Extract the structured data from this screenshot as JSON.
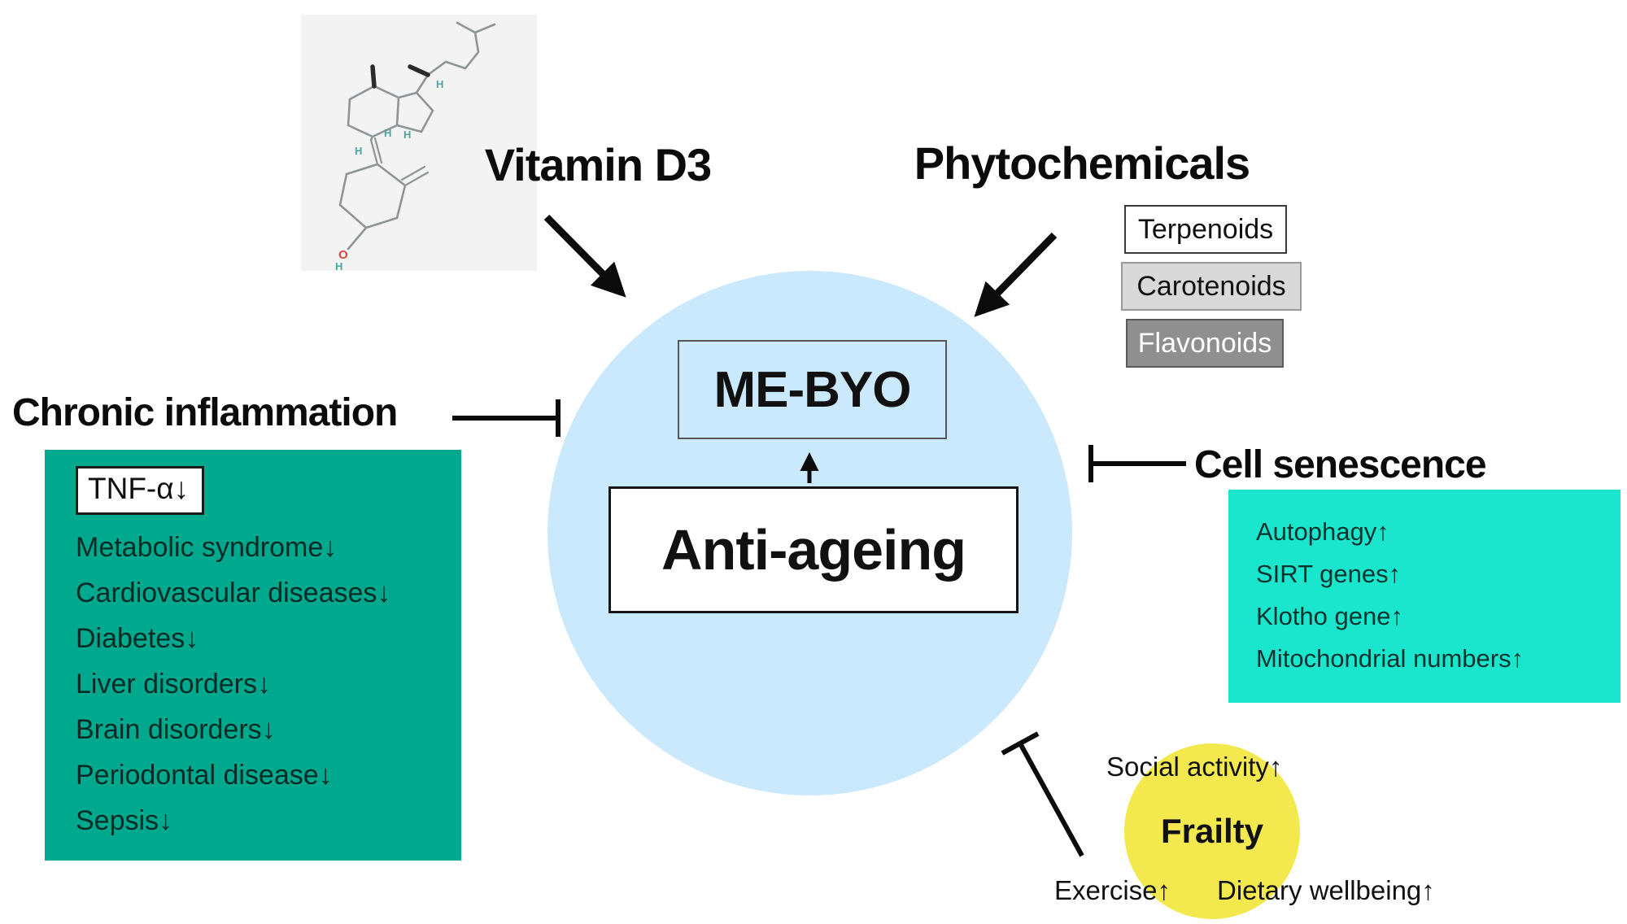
{
  "colors": {
    "circle_blue": "#cbe9fc",
    "inflammation_green": "#00a88e",
    "senescence_turquoise": "#1ae5cd",
    "frailty_yellow": "#f3e94e",
    "molecule_panel_gray": "#f3f3f3",
    "carotenoids_gray": "#d9d9d9",
    "flavonoids_gray": "#8f8f8f"
  },
  "vitamin": {
    "title": "Vitamin D3"
  },
  "phytochemicals": {
    "title": "Phytochemicals",
    "boxes": [
      "Terpenoids",
      "Carotenoids",
      "Flavonoids"
    ]
  },
  "center": {
    "mebyo": "ME-BYO",
    "anti_ageing": "Anti-ageing"
  },
  "inflammation": {
    "title": "Chronic inflammation",
    "tnf": "TNF-α↓",
    "items": [
      "Metabolic syndrome↓",
      "Cardiovascular diseases↓",
      "Diabetes↓",
      "Liver disorders↓",
      "Brain disorders↓",
      "Periodontal disease↓",
      "Sepsis↓"
    ]
  },
  "senescence": {
    "title": "Cell senescence",
    "items": [
      "Autophagy↑",
      "SIRT genes↑",
      "Klotho gene↑",
      "Mitochondrial numbers↑"
    ]
  },
  "frailty": {
    "title": "Frailty",
    "social": "Social activity↑",
    "exercise": "Exercise↑",
    "dietary": "Dietary wellbeing↑"
  },
  "molecule": {
    "oxygen": "O",
    "hydrogen": "H"
  }
}
